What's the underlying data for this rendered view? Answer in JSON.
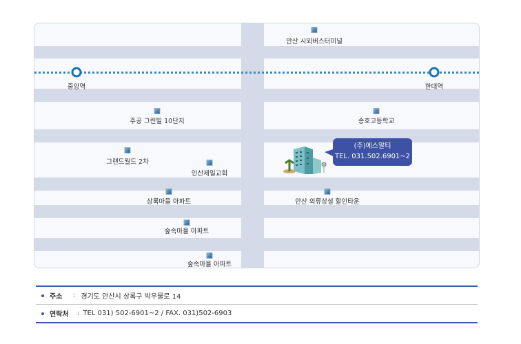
{
  "map": {
    "stations": [
      {
        "name": "중앙역"
      },
      {
        "name": "한대역"
      }
    ],
    "landmarks": [
      "안산 시외버스터미널",
      "주공 그린빌 10단지",
      "송호고등학교",
      "그랜드월드 2차",
      "인산제일교회",
      "상록마을 아파트",
      "안산 의류상설 할인타운",
      "숲속마을 아파트",
      "숲속마을 아파트"
    ],
    "company": {
      "name": "(주)에스알티",
      "tel": "TEL. 031.502.6901~2"
    }
  },
  "info": {
    "address_label": "주소",
    "address_sep": ":",
    "address": "경기도 안산시 상록구 박우물로 14",
    "contact_label": "연락처",
    "contact_sep": ":",
    "contact": "TEL 031) 502-6901~2 / FAX. 031)502-6903"
  },
  "colors": {
    "road": "#d4dae7",
    "accent": "#3d52a4",
    "metro": "#1673b8"
  }
}
